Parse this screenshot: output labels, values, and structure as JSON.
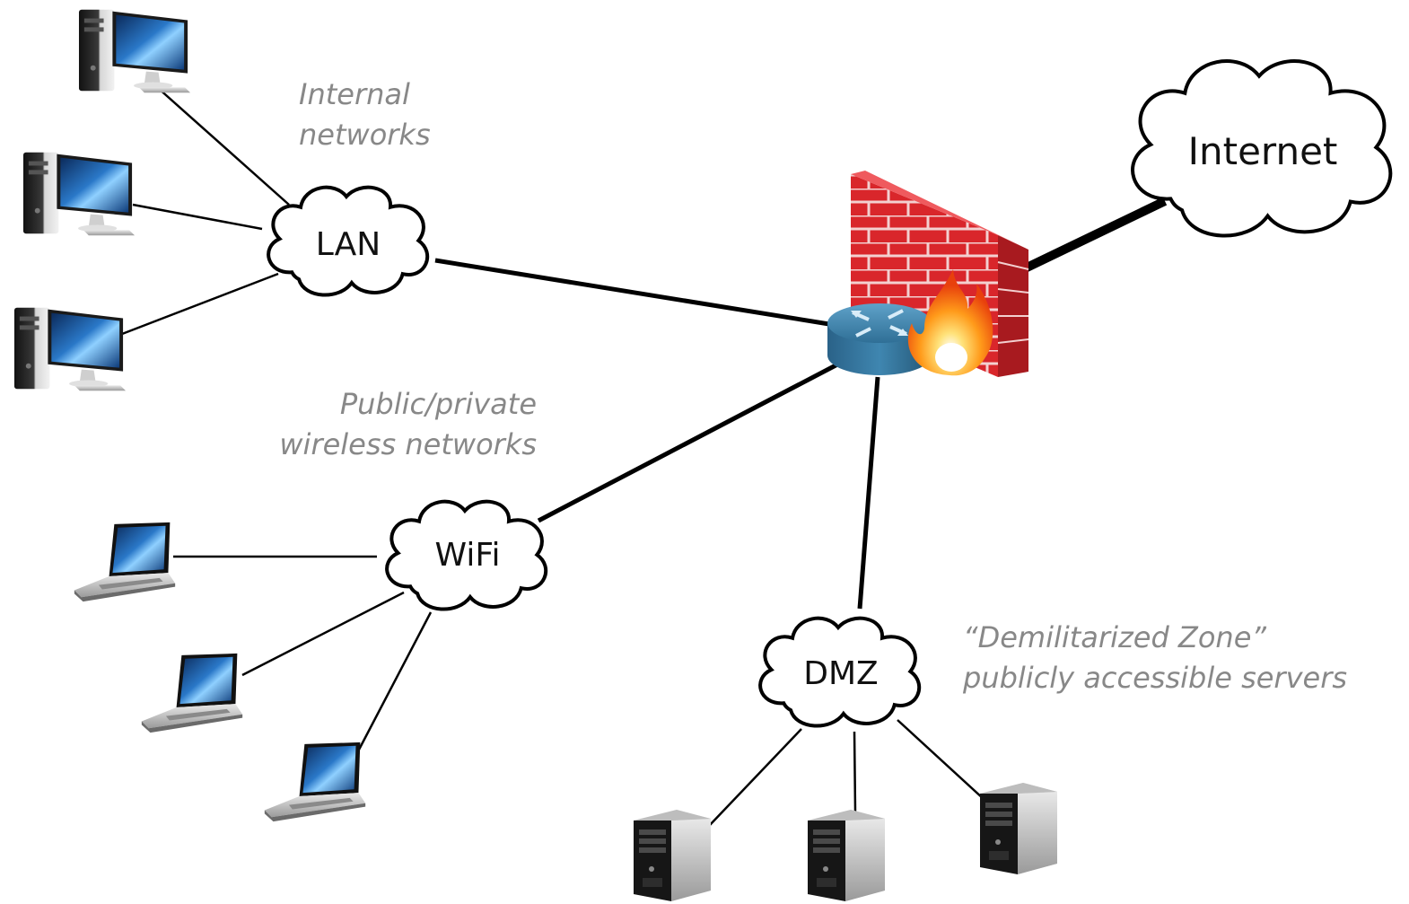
{
  "clouds": {
    "internet": "Internet",
    "lan": "LAN",
    "wifi": "WiFi",
    "dmz": "DMZ"
  },
  "notes": {
    "internal": [
      "Internal",
      "networks"
    ],
    "wireless": [
      "Public/private",
      "wireless networks"
    ],
    "dmz": [
      "“Demilitarized Zone”",
      "publicly accessible servers"
    ]
  },
  "colors": {
    "brick": "#d9262b",
    "mortar": "#f3d0d0",
    "router": "#3d7fa6",
    "screen": "#1f66b5",
    "note_text": "#888888"
  },
  "icons": {
    "desktop": "desktop-computer-icon",
    "laptop": "laptop-icon",
    "server": "server-tower-icon",
    "router": "router-icon",
    "firewall": "firewall-icon"
  }
}
